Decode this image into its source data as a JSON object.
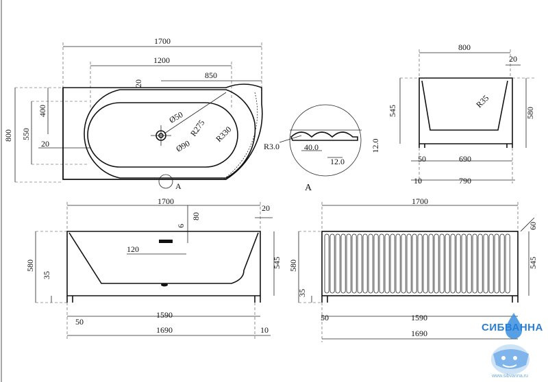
{
  "views": {
    "top": {
      "overall_length": "1700",
      "inner_length": "1200",
      "drain_offset": "850",
      "edge_20": "20",
      "width": "800",
      "inner_width": "550",
      "inner_offset": "400",
      "side_20": "20",
      "drain_dia": "Ø50",
      "waste_dia": "Ø90",
      "radius_inner": "R275",
      "radius_outer": "R330",
      "detail_marker": "A"
    },
    "detail_a": {
      "label": "A",
      "radius": "R3.0",
      "pitch": "40.0",
      "gap": "12.0",
      "depth": "12.0"
    },
    "end": {
      "width": "800",
      "rim": "20",
      "height": "580",
      "inner_height": "545",
      "radius": "R35",
      "foot_width": "50",
      "base_inner": "690",
      "base_offset": "10",
      "base_outer": "790"
    },
    "front": {
      "length": "1700",
      "rim": "20",
      "overflow_80": "80",
      "overflow_6": "6",
      "overflow_120": "120",
      "height": "580",
      "inner_height": "545",
      "foot": "35",
      "foot_width": "50",
      "base_inner": "1590",
      "base_outer": "1690",
      "base_offset": "10"
    },
    "rear": {
      "length": "1700",
      "rim": "60",
      "height": "580",
      "inner_height": "545",
      "foot": "35",
      "foot_width": "50",
      "base_inner": "1590",
      "base_outer": "1690"
    }
  },
  "brand": {
    "name": "СИБВАННА",
    "url": "www.sibvanna.ru",
    "color": "#2a7fd4"
  }
}
